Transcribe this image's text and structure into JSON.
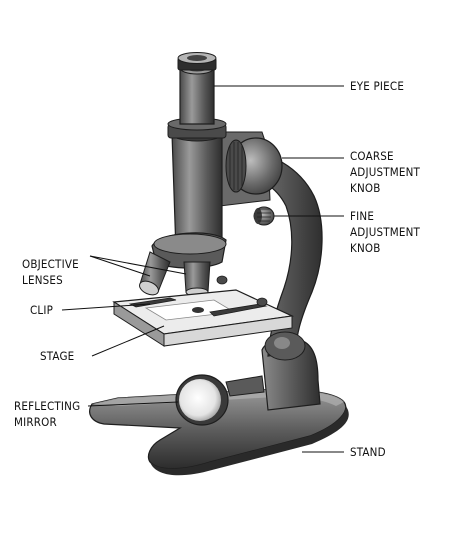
{
  "labels": {
    "eye_piece": "EYE PIECE",
    "coarse_adjustment_knob": "COARSE\nADJUSTMENT\nKNOB",
    "fine_adjustment_knob": "FINE\nADJUSTMENT\nKNOB",
    "objective_lenses": "OBJECTIVE\nLENSES",
    "clip": "CLIP",
    "stage": "STAGE",
    "reflecting_mirror": "REFLECTING\nMIRROR",
    "stand": "STAND"
  },
  "colors": {
    "metal_dark": "#3a3a3a",
    "metal_mid": "#6e6e6e",
    "metal_light": "#b9b9b9",
    "stage_face": "#ececec",
    "leader_line": "#111111"
  }
}
